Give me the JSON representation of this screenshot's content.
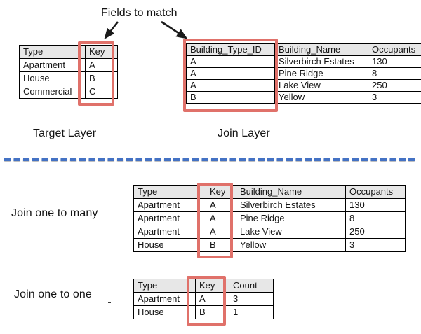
{
  "colors": {
    "highlight_red": "#E0716A",
    "header_gray": "#E7E7E7",
    "divider_blue": "#4472C4",
    "ink": "#141414"
  },
  "annotation": {
    "label": "Fields to match"
  },
  "sections": {
    "target": {
      "label": "Target Layer",
      "headers": [
        "Type",
        "Key"
      ],
      "rows": [
        [
          "Apartment",
          "A"
        ],
        [
          "House",
          "B"
        ],
        [
          "Commercial",
          "C"
        ]
      ],
      "highlighted_column": "Key"
    },
    "join": {
      "label": "Join Layer",
      "headers": [
        "Building_Type_ID",
        "Building_Name",
        "Occupants"
      ],
      "rows": [
        [
          "A",
          "Silverbirch Estates",
          "130"
        ],
        [
          "A",
          "Pine Ridge",
          "8"
        ],
        [
          "A",
          "Lake View",
          "250"
        ],
        [
          "B",
          "Yellow",
          "3"
        ]
      ],
      "highlighted_column": "Building_Type_ID"
    },
    "one_to_many": {
      "label": "Join one to many",
      "headers": [
        "Type",
        "Key",
        "Building_Name",
        "Occupants"
      ],
      "rows": [
        [
          "Apartment",
          "A",
          "Silverbirch Estates",
          "130"
        ],
        [
          "Apartment",
          "A",
          "Pine Ridge",
          "8"
        ],
        [
          "Apartment",
          "A",
          "Lake View",
          "250"
        ],
        [
          "House",
          "B",
          "Yellow",
          "3"
        ]
      ],
      "highlighted_column": "Key"
    },
    "one_to_one": {
      "label": "Join one to one",
      "headers": [
        "Type",
        "Key",
        "Count"
      ],
      "rows": [
        [
          "Apartment",
          "A",
          "3"
        ],
        [
          "House",
          "B",
          "1"
        ]
      ],
      "highlighted_column": "Key"
    }
  }
}
